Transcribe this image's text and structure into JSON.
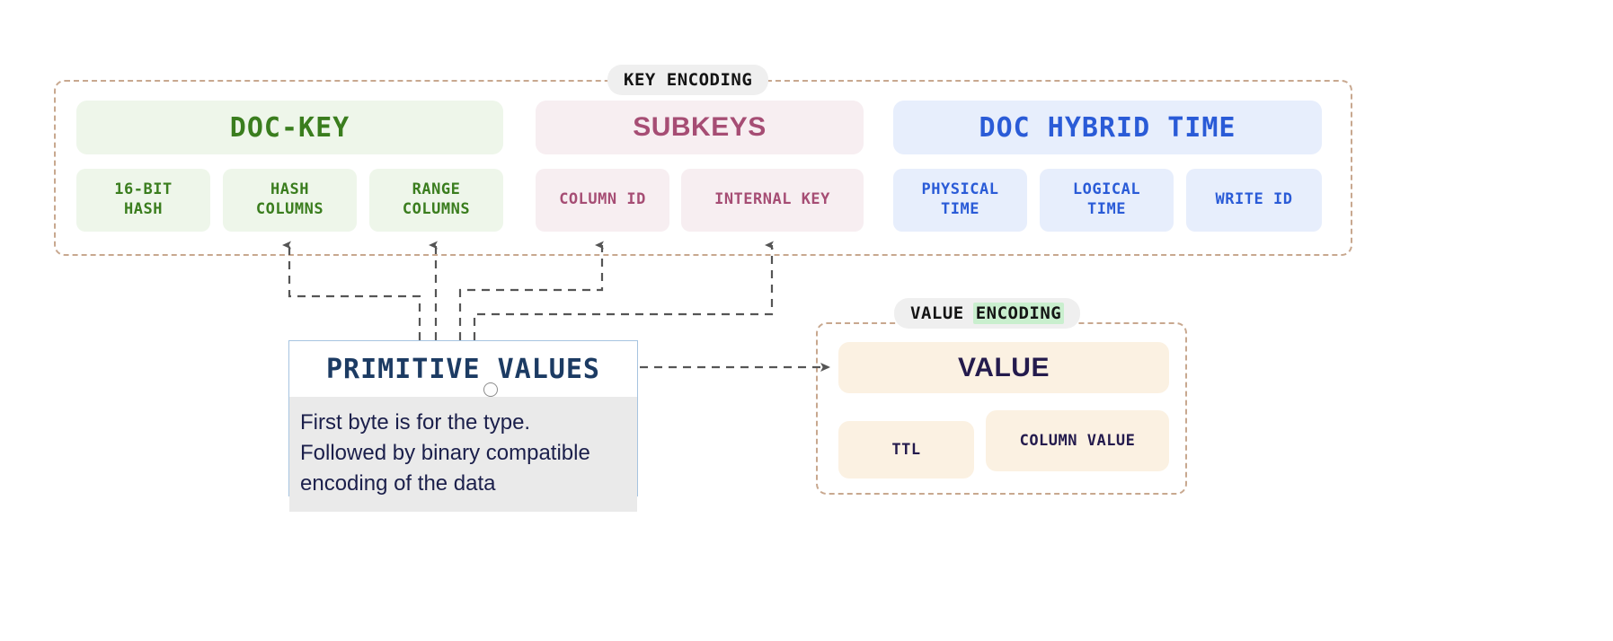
{
  "key_encoding": {
    "badge": "KEY ENCODING",
    "groups": [
      {
        "title": "DOC-KEY",
        "color": "#3a7d1e",
        "items": [
          "16-BIT\nHASH",
          "HASH\nCOLUMNS",
          "RANGE\nCOLUMNS"
        ]
      },
      {
        "title": "SUBKEYS",
        "color": "#a64d74",
        "items": [
          "COLUMN ID",
          "INTERNAL KEY"
        ]
      },
      {
        "title": "DOC HYBRID TIME",
        "color": "#2a5bd7",
        "items": [
          "PHYSICAL\nTIME",
          "LOGICAL\nTIME",
          "WRITE ID"
        ]
      }
    ]
  },
  "primitive_values": {
    "title": "PRIMITIVE VALUES",
    "description": "First byte is for the type.\nFollowed by binary compatible\nencoding of the data"
  },
  "value_encoding": {
    "badge_plain": "VALUE",
    "badge_highlight": "ENCODING",
    "highlight_color": "#c9efce",
    "header": "VALUE",
    "items": [
      "TTL",
      "COLUMN VALUE"
    ]
  },
  "theme": {
    "container_border": "#c8a88f",
    "wire_color": "#555555",
    "node_border": "#a7c4e0",
    "node_body_bg": "#eaeaea"
  }
}
